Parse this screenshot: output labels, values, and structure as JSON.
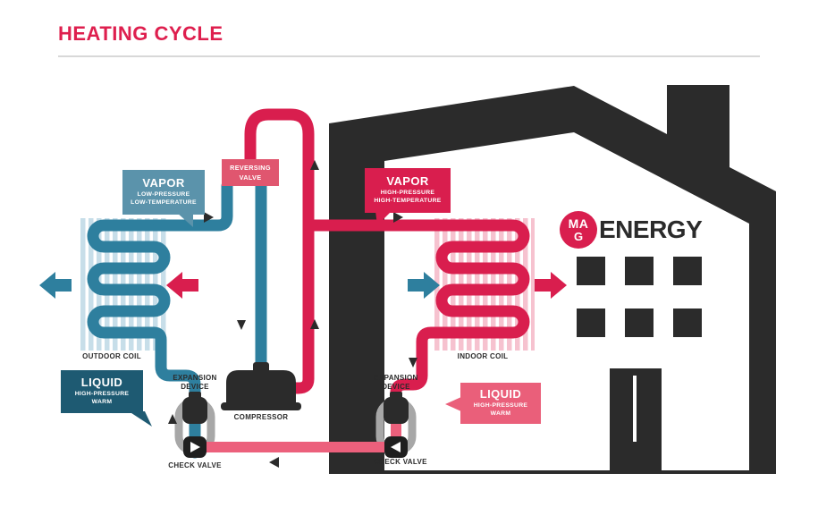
{
  "title": "HEATING CYCLE",
  "logo": {
    "mark_top": "MA",
    "mark_bottom": "G",
    "name": "ENERGY"
  },
  "labels": {
    "vapor_low": {
      "title": "VAPOR",
      "line1": "LOW-PRESSURE",
      "line2": "LOW-TEMPERATURE"
    },
    "vapor_high": {
      "title": "VAPOR",
      "line1": "HIGH-PRESSURE",
      "line2": "HIGH-TEMPERATURE"
    },
    "liquid_outdoor": {
      "title": "LIQUID",
      "line1": "HIGH-PRESSURE",
      "line2": "WARM"
    },
    "liquid_indoor": {
      "title": "LIQUID",
      "line1": "HIGH-PRESSURE",
      "line2": "WARM"
    },
    "reversing_valve_line1": "REVERSING",
    "reversing_valve_line2": "VALVE",
    "outdoor_coil": "OUTDOOR COIL",
    "indoor_coil": "INDOOR COIL",
    "compressor": "COMPRESSOR",
    "expansion_left_line1": "EXPANSION",
    "expansion_left_line2": "DEVICE",
    "expansion_right_line1": "EXPANSION",
    "expansion_right_line2": "DEVICE",
    "check_valve_left": "CHECK VALVE",
    "check_valve_right": "CHECK VALVE"
  },
  "colors": {
    "accent_red": "#d91e4e",
    "pink_liquid": "#ec607c",
    "valve_pink": "#e0566f",
    "label_pink": "#ea5f7a",
    "vapor_teal": "#2e7f9e",
    "label_teal": "#5b93ab",
    "dark_teal": "#1e5a72",
    "charcoal": "#2b2b2b",
    "fin_blue": "#c7dee9",
    "fin_pink": "#f6c2cf",
    "pipe_gray": "#a7a7a7"
  },
  "icons": {
    "check_valve_left_arrow": "▶",
    "check_valve_right_arrow": "◀",
    "flow_arrow": "➤",
    "airflow_out_cold": "⬅",
    "airflow_in_outdoor": "⬅",
    "airflow_in_indoor": "➡",
    "airflow_out_warm": "➡"
  }
}
